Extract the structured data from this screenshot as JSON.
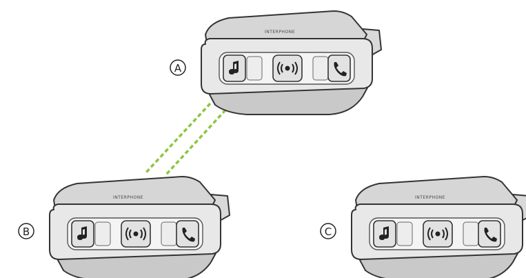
{
  "devices": [
    {
      "label": "A",
      "brand": "INTERPHONE"
    },
    {
      "label": "B",
      "brand": "INTERPHONE"
    },
    {
      "label": "C",
      "brand": "INTERPHONE"
    }
  ],
  "link": {
    "from": "A",
    "to": "B",
    "color": "#8dc63f"
  },
  "buttons": [
    "music-icon",
    "intercom-icon",
    "phone-icon"
  ],
  "colors": {
    "outline": "#333333",
    "body": "#e8e8e8",
    "top": "#d6d6d6",
    "bottom": "#c9c9c9",
    "panel": "#f4f4f4"
  }
}
